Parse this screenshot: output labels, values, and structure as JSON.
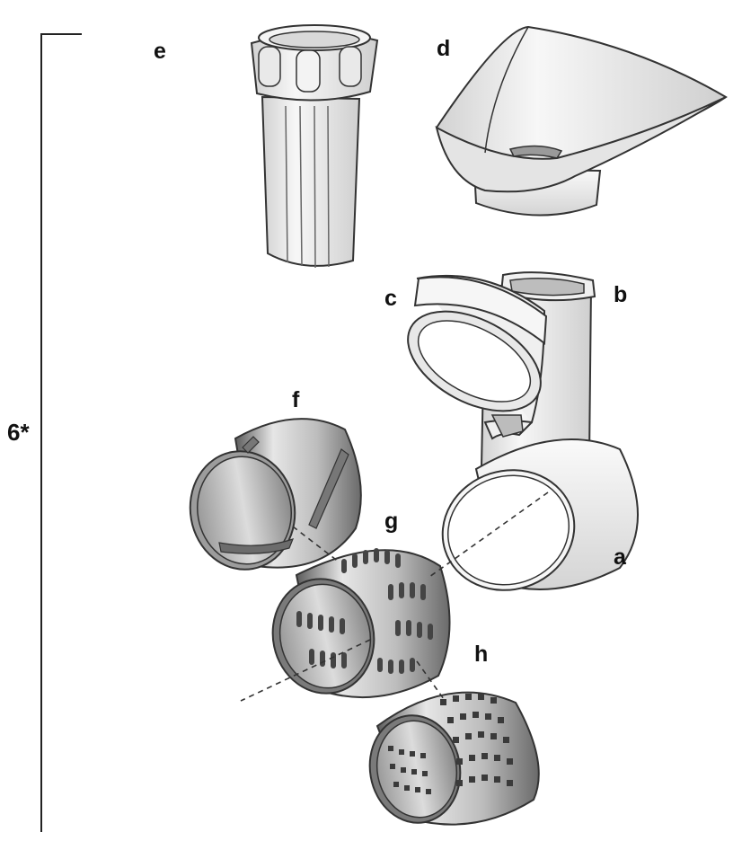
{
  "diagram": {
    "group_label": "6*",
    "parts": [
      {
        "id": "a",
        "label": "a"
      },
      {
        "id": "b",
        "label": "b"
      },
      {
        "id": "c",
        "label": "c"
      },
      {
        "id": "d",
        "label": "d"
      },
      {
        "id": "e",
        "label": "e"
      },
      {
        "id": "f",
        "label": "f"
      },
      {
        "id": "g",
        "label": "g"
      },
      {
        "id": "h",
        "label": "h"
      }
    ]
  },
  "colors": {
    "outline": "#333333",
    "light_part": "#f2f2f2",
    "shade": "#bdbdbd",
    "metal_dark": "#6e6e6e",
    "metal_light": "#e0e0e0"
  }
}
